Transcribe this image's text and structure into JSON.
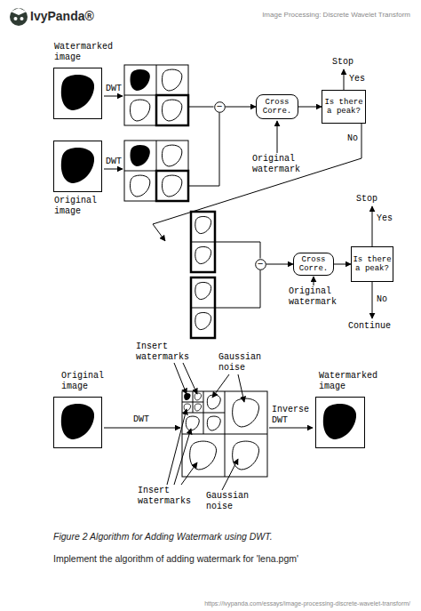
{
  "diagram": {
    "caption": "Figure 2 Algorithm for Adding Watermark using DWT.",
    "nodes": [
      {
        "text": [
          "Watermarked image"
        ]
      },
      {
        "text": [
          "Original image"
        ]
      },
      {
        "text": [
          "−"
        ]
      },
      {
        "text": [
          "Cross Corre."
        ]
      },
      {
        "text": [
          "Is there a peak?"
        ]
      },
      {
        "text": [
          "−"
        ]
      },
      {
        "text": [
          "Cross Corre."
        ]
      },
      {
        "text": [
          "Is there a peak?"
        ]
      },
      {
        "text": [
          "Original image"
        ]
      },
      {
        "text": [
          "Watermarked image"
        ]
      }
    ],
    "edges": [
      {
        "from": 2,
        "to": 3,
        "arrow": "to"
      },
      {
        "from": 3,
        "to": 4,
        "arrow": "to"
      },
      {
        "from": 5,
        "to": 6,
        "arrow": "to"
      },
      {
        "from": 6,
        "to": 7,
        "arrow": "to"
      }
    ],
    "labels": [
      "IvyPanda®",
      "Image Processing: Discrete Wavelet Transform",
      "DWT",
      "DWT",
      "Stop",
      "Yes",
      "No",
      "Original watermark",
      "Stop",
      "Yes",
      "Original watermark",
      "No",
      "Continue",
      "Insert watermarks",
      "Gaussian noise",
      "DWT",
      "Inverse DWT",
      "Insert watermarks",
      "Gaussian noise",
      "Implement the algorithm of adding watermark for 'lena.pgm'",
      "https://ivypanda.com/essays/image-processing-discrete-wavelet-transform/"
    ]
  }
}
